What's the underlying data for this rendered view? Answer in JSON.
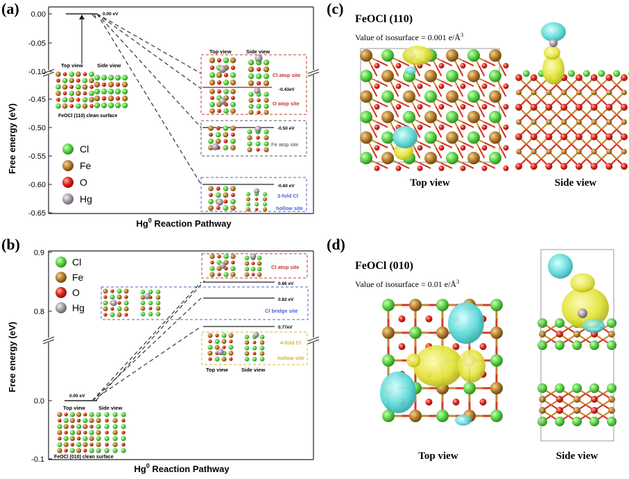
{
  "colors": {
    "Cl": "#5fd34a",
    "Fe": "#b9822f",
    "O": "#e0261a",
    "Hg": "#a9a0ab",
    "iso_pos": "#e8e83a",
    "iso_neg": "#5ed9d9",
    "site_red": "#c0392b",
    "site_blue": "#4a5fd0",
    "site_yellow": "#d9b23a"
  },
  "panel_a": {
    "label": "(a)",
    "ylabel": "Free energy (eV)",
    "xlabel_main": "Hg",
    "xlabel_sup": "0",
    "xlabel_rest": " Reaction Pathway",
    "yticks": [
      "0.00",
      "-0.05",
      "-0.10",
      "-0.45",
      "-0.50",
      "-0.55",
      "-0.60",
      "-0.65"
    ],
    "start_level": "0.00 eV",
    "view_labels": {
      "top": "Top view",
      "side": "Side view"
    },
    "surface_caption": "FeOCl (110) clean surface",
    "legend": [
      {
        "element": "Cl",
        "label": "Cl"
      },
      {
        "element": "Fe",
        "label": "Fe"
      },
      {
        "element": "O",
        "label": "O"
      },
      {
        "element": "Hg",
        "label": "Hg"
      }
    ],
    "sites": [
      {
        "name": "Cl atop site",
        "energy_label": "-0.43eV"
      },
      {
        "name": "O atop site",
        "energy_label": "-0.43eV"
      },
      {
        "name": "Fe atop site",
        "energy_label": "-0.50 eV"
      },
      {
        "name_line1": "3-fold Cl",
        "name_line2": "hollow site",
        "energy_label": "-0.60 eV"
      }
    ]
  },
  "panel_b": {
    "label": "(b)",
    "ylabel": "Free energy (eV)",
    "xlabel_main": "Hg",
    "xlabel_sup": "0",
    "xlabel_rest": " Reaction Pathway",
    "yticks": [
      "0.9",
      "0.8",
      "0.0",
      "-0.1"
    ],
    "start_level": "0.00 eV",
    "view_labels": {
      "top": "Top view",
      "side": "Side view"
    },
    "surface_caption": "FeOCl (010) clean surface",
    "legend": [
      {
        "element": "Cl",
        "label": "Cl"
      },
      {
        "element": "Fe",
        "label": "Fe"
      },
      {
        "element": "O",
        "label": "O"
      },
      {
        "element": "Hg",
        "label": "Hg"
      }
    ],
    "sites": [
      {
        "name": "Cl atop site",
        "energy_label": "0.86 eV"
      },
      {
        "name": "Cl bridge site",
        "energy_label": "0.82 eV"
      },
      {
        "name_line1": "4-fold Cl",
        "name_line2": "hollow site",
        "energy_label": "0.77eV"
      }
    ]
  },
  "panel_c": {
    "label": "(c)",
    "title": "FeOCl (110)",
    "iso_text": "Value of isosurface = 0.001 e/Å",
    "iso_sup": "3",
    "top_caption": "Top view",
    "side_caption": "Side view"
  },
  "panel_d": {
    "label": "(d)",
    "title": "FeOCl (010)",
    "iso_text": "Value of isosurface = 0.01 e/Å",
    "iso_sup": "3",
    "top_caption": "Top view",
    "side_caption": "Side view"
  }
}
